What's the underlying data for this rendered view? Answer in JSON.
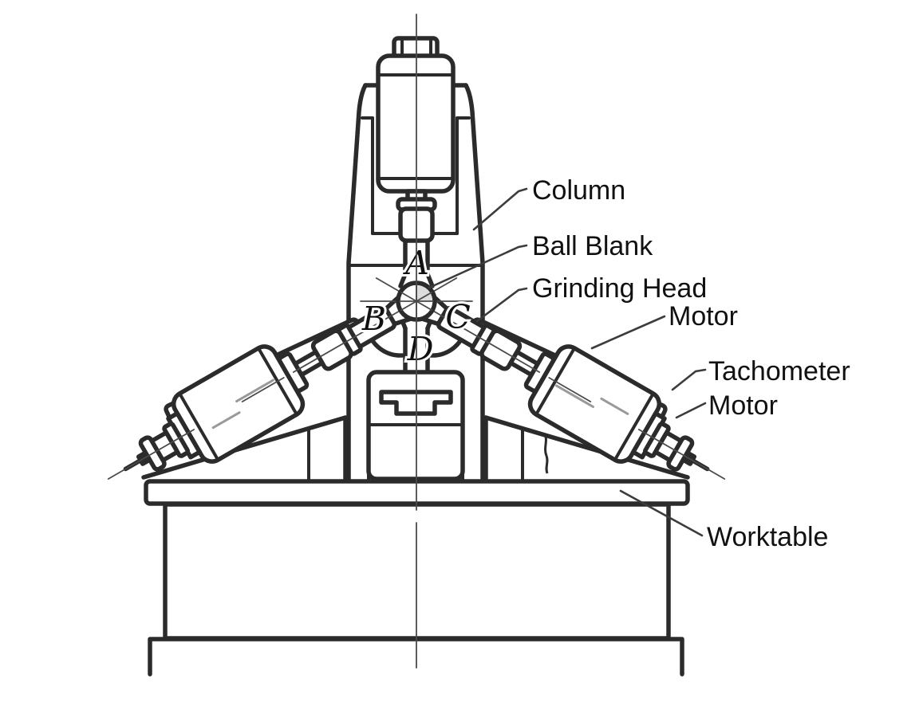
{
  "figure": {
    "title": "Ball grinding machine schematic",
    "type": "technical line diagram"
  },
  "labels": {
    "column": "Column",
    "ball_blank": "Ball Blank",
    "grinding_head_line1": "Grinding Head",
    "grinding_head_line2": "Motor",
    "tachometer_line1": "Tachometer",
    "tachometer_line2": "Motor",
    "worktable": "Worktable"
  },
  "points": {
    "a": "A",
    "b": "B",
    "c": "C",
    "d": "D"
  },
  "colors": {
    "line": "#2b2b2b",
    "centerline": "#4a4a4a",
    "background": "#ffffff",
    "text": "#111111"
  }
}
